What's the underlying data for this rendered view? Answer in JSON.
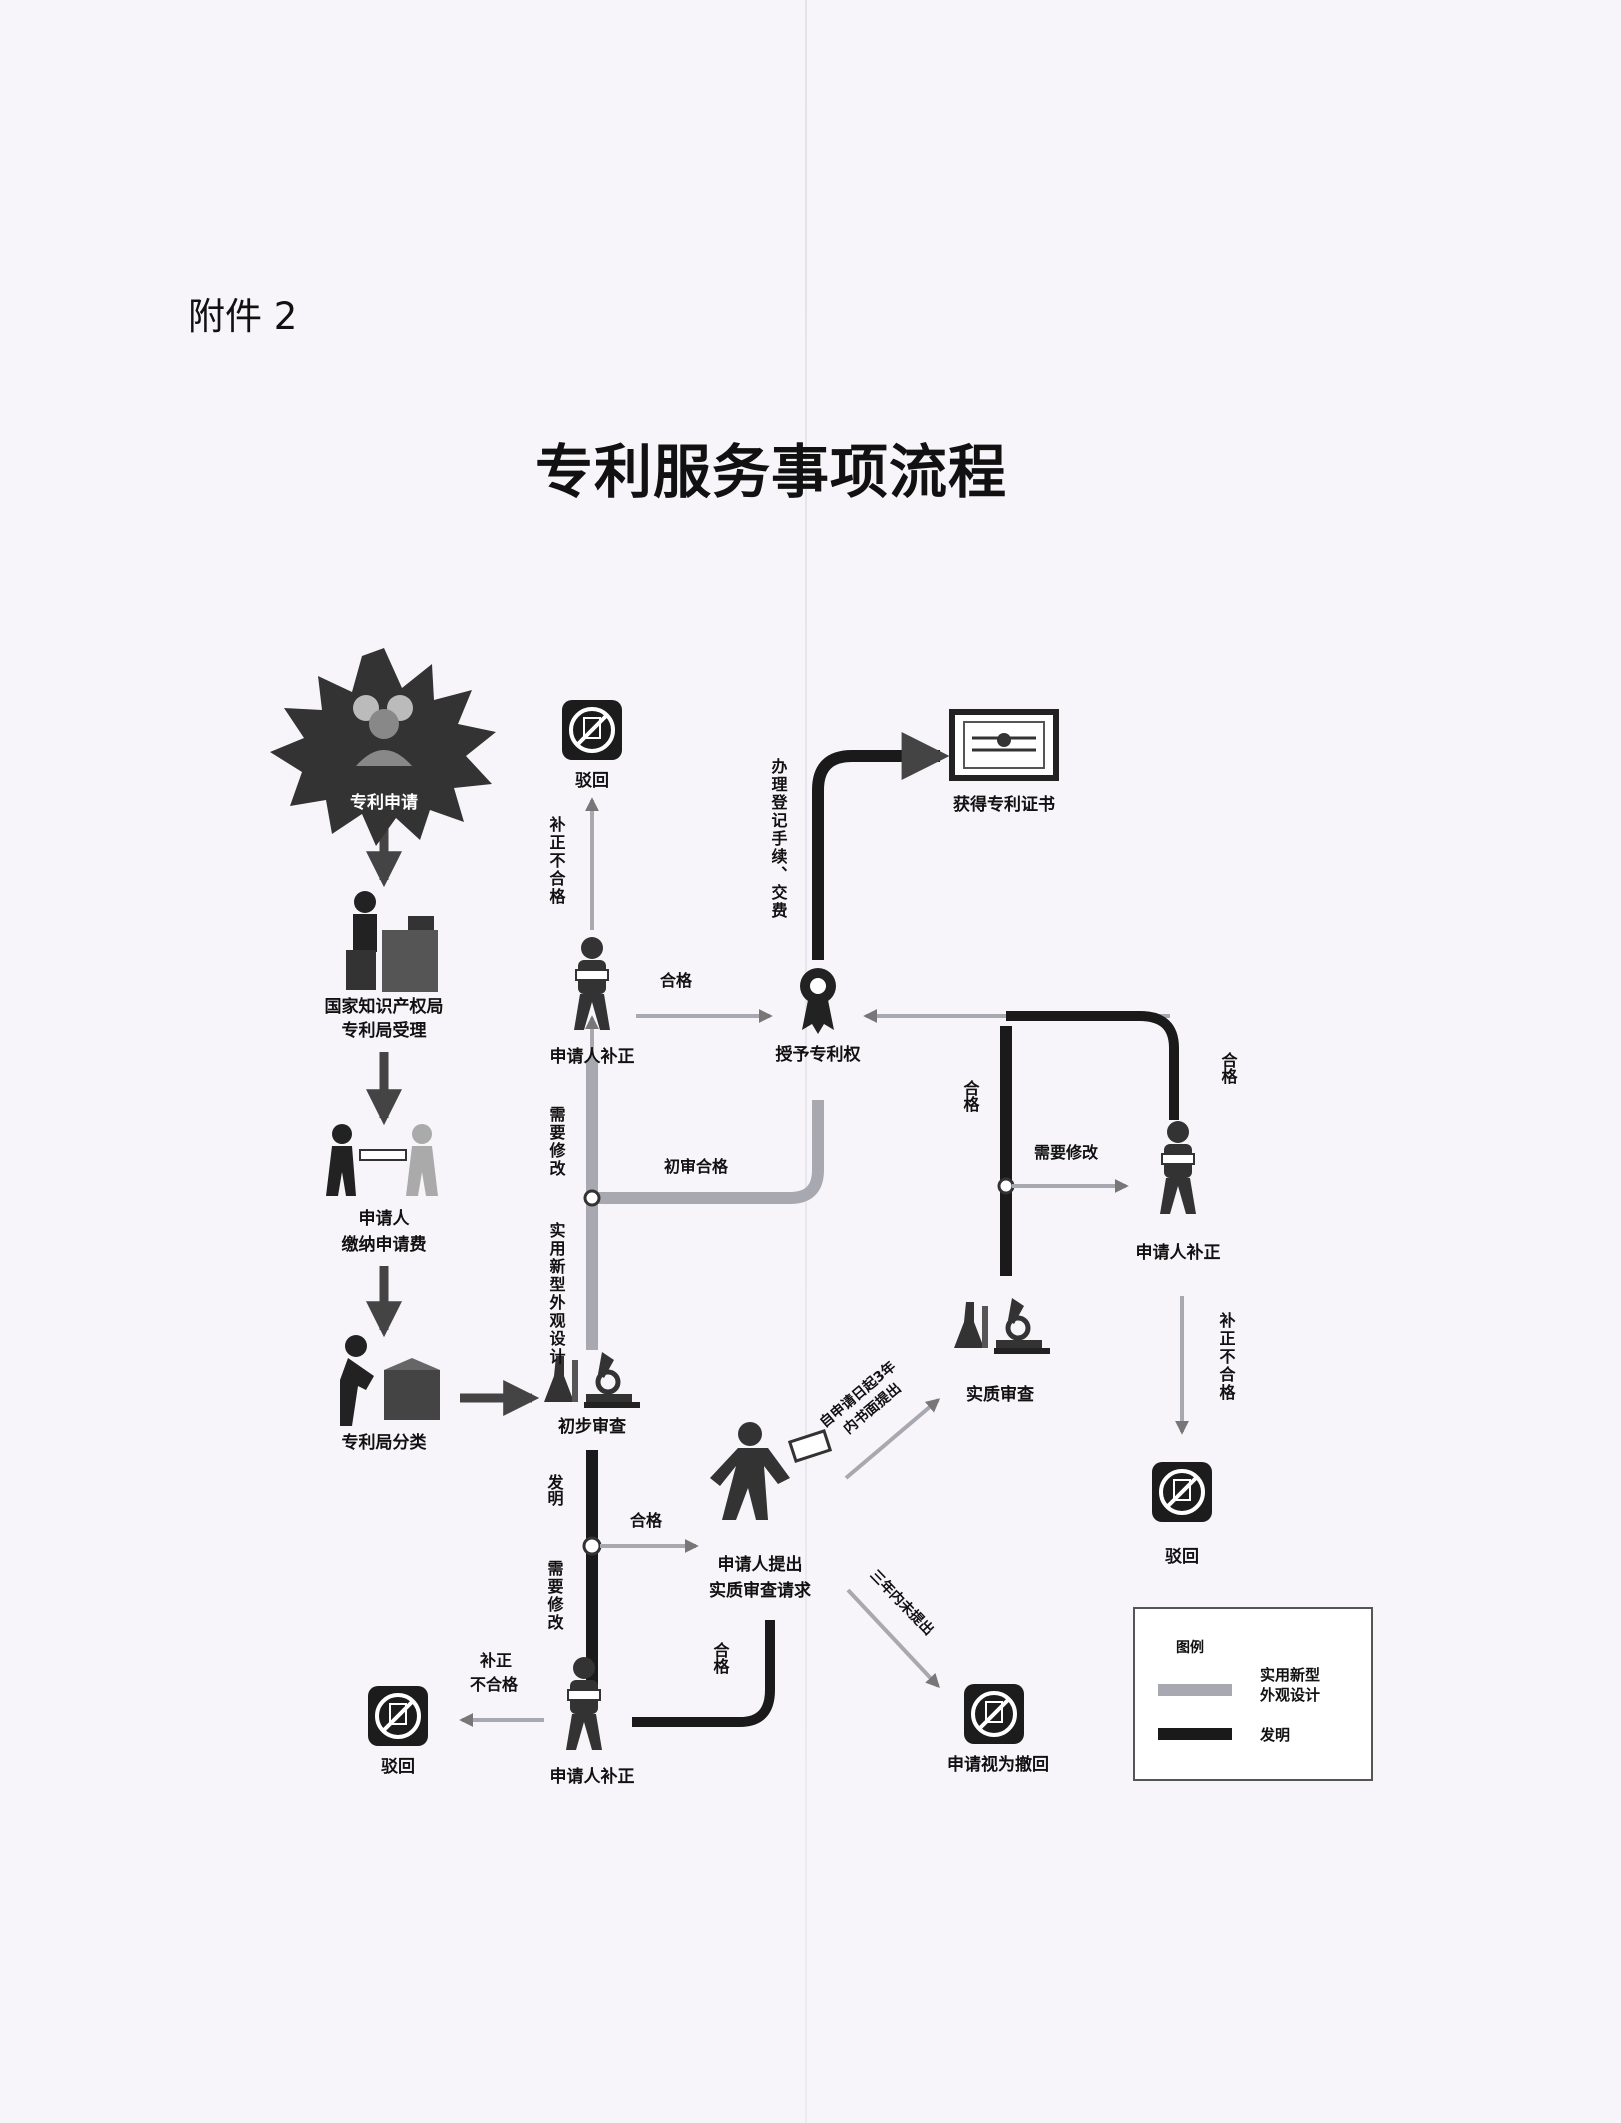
{
  "attachment_label": "附件 2",
  "title": "专利服务事项流程",
  "nodes": {
    "apply": "专利申请",
    "office_accept_line1": "国家知识产权局",
    "office_accept_line2": "专利局受理",
    "pay_fee_line1": "申请人",
    "pay_fee_line2": "缴纳申请费",
    "classify": "专利局分类",
    "preliminary": "初步审查",
    "correction_top": "申请人补正",
    "rejected_top": "驳回",
    "grant": "授予专利权",
    "certificate": "获得专利证书",
    "substantive": "实质审查",
    "correction_right": "申请人补正",
    "rejected_right": "驳回",
    "request_line1": "申请人提出",
    "request_line2": "实质审查请求",
    "withdrawn": "申请视为撤回",
    "correction_bottom": "申请人补正",
    "rejected_bottom": "驳回"
  },
  "edges": {
    "correction_fail_top": "补正不合格",
    "qualified_top": "合格",
    "needs_revision_top": "需要修改",
    "utility_design": "实用新型外观设计",
    "preliminary_pass": "初审合格",
    "register_fee": "办理登记手续、交费",
    "qualified_vertical": "合格",
    "needs_revision_right": "需要修改",
    "qualified_right": "合格",
    "correction_fail_right": "补正不合格",
    "invention": "发明",
    "qualified_mid": "合格",
    "needs_revision_bottom": "需要修改",
    "within_3_years_line1": "自申请日起3年",
    "within_3_years_line2": "内书面提出",
    "not_within_3_years": "三年内未提出",
    "qualified_bottom": "合格",
    "correction_fail_bottom_line1": "补正",
    "correction_fail_bottom_line2": "不合格"
  },
  "legend": {
    "title": "图例",
    "utility_line1": "实用新型",
    "utility_line2": "外观设计",
    "invention": "发明"
  },
  "colors": {
    "utility_path": "#a8a8b0",
    "invention_path": "#1a1a1a",
    "arrow": "#444444"
  }
}
